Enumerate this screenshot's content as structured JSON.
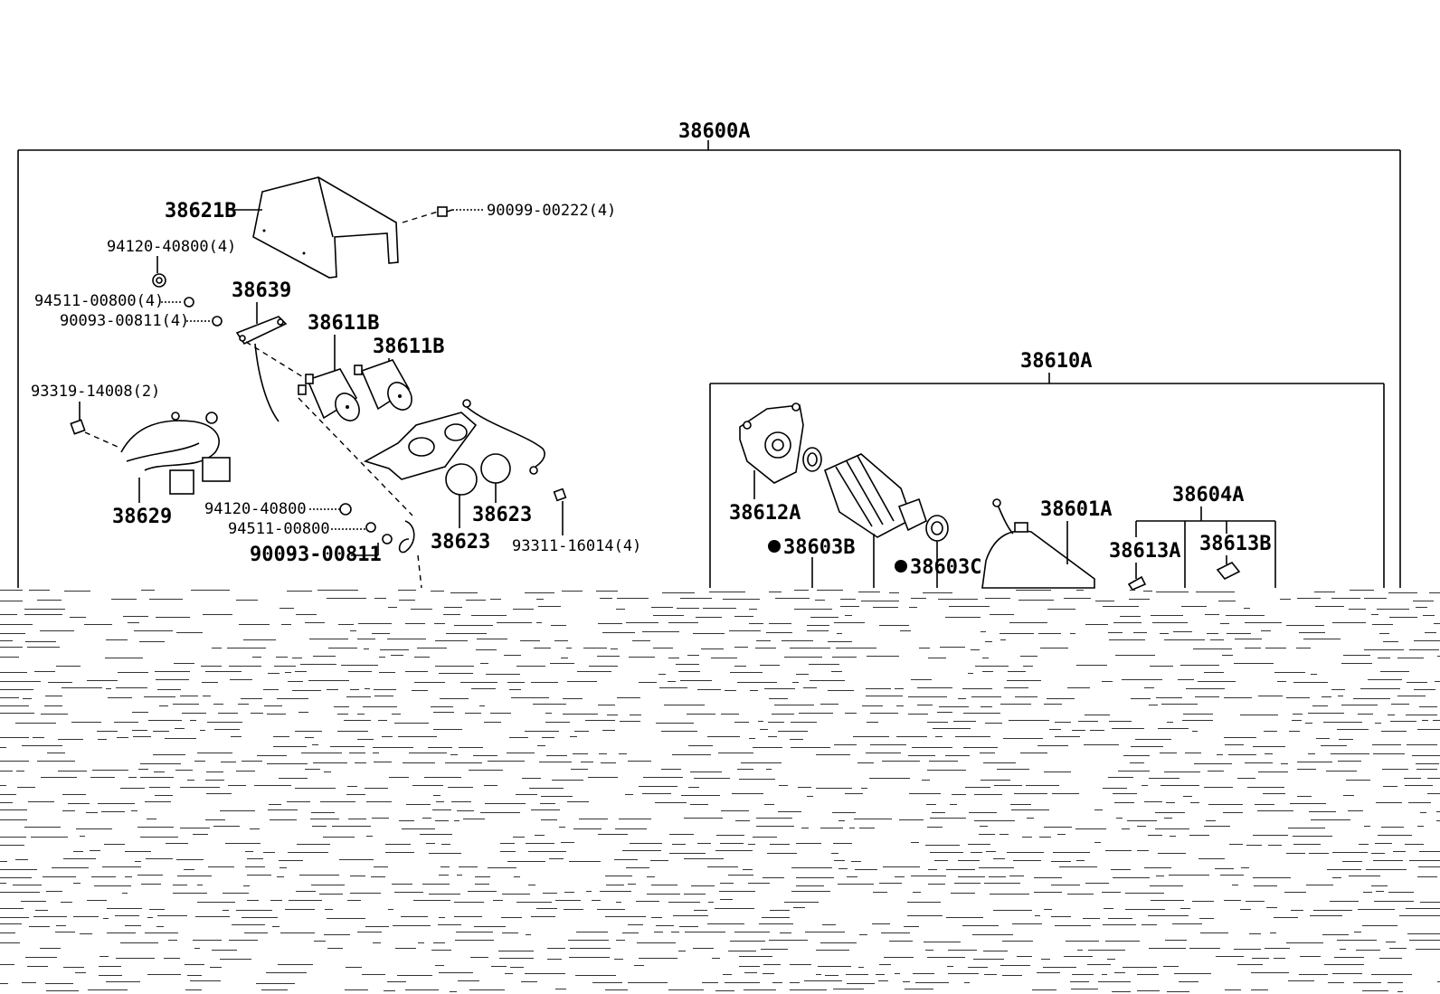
{
  "labels": {
    "assy": "38600A",
    "cover": "38621B",
    "cover_bolt": "90099-00222(4)",
    "nut_top": "94120-40800(4)",
    "washer_top": "94511-00800(4)",
    "washer2_top": "90093-00811(4)",
    "bracket": "38639",
    "solenoid1": "38611B",
    "solenoid2": "38611B",
    "screw_left": "93319-14008(2)",
    "harness": "38629",
    "nut_mid": "94120-40800",
    "washer_mid": "94511-00800",
    "washer2_mid": "90093-00811",
    "cap1": "38623",
    "cap2": "38623",
    "screw_right": "93311-16014(4)",
    "motor_assy": "38610A",
    "end_frame": "38612A",
    "bearing_b": "38603B",
    "bearing_c": "38603C",
    "yoke": "38601A",
    "brush_set": "38604A",
    "brush_a": "38613A",
    "brush_b": "38613B"
  }
}
